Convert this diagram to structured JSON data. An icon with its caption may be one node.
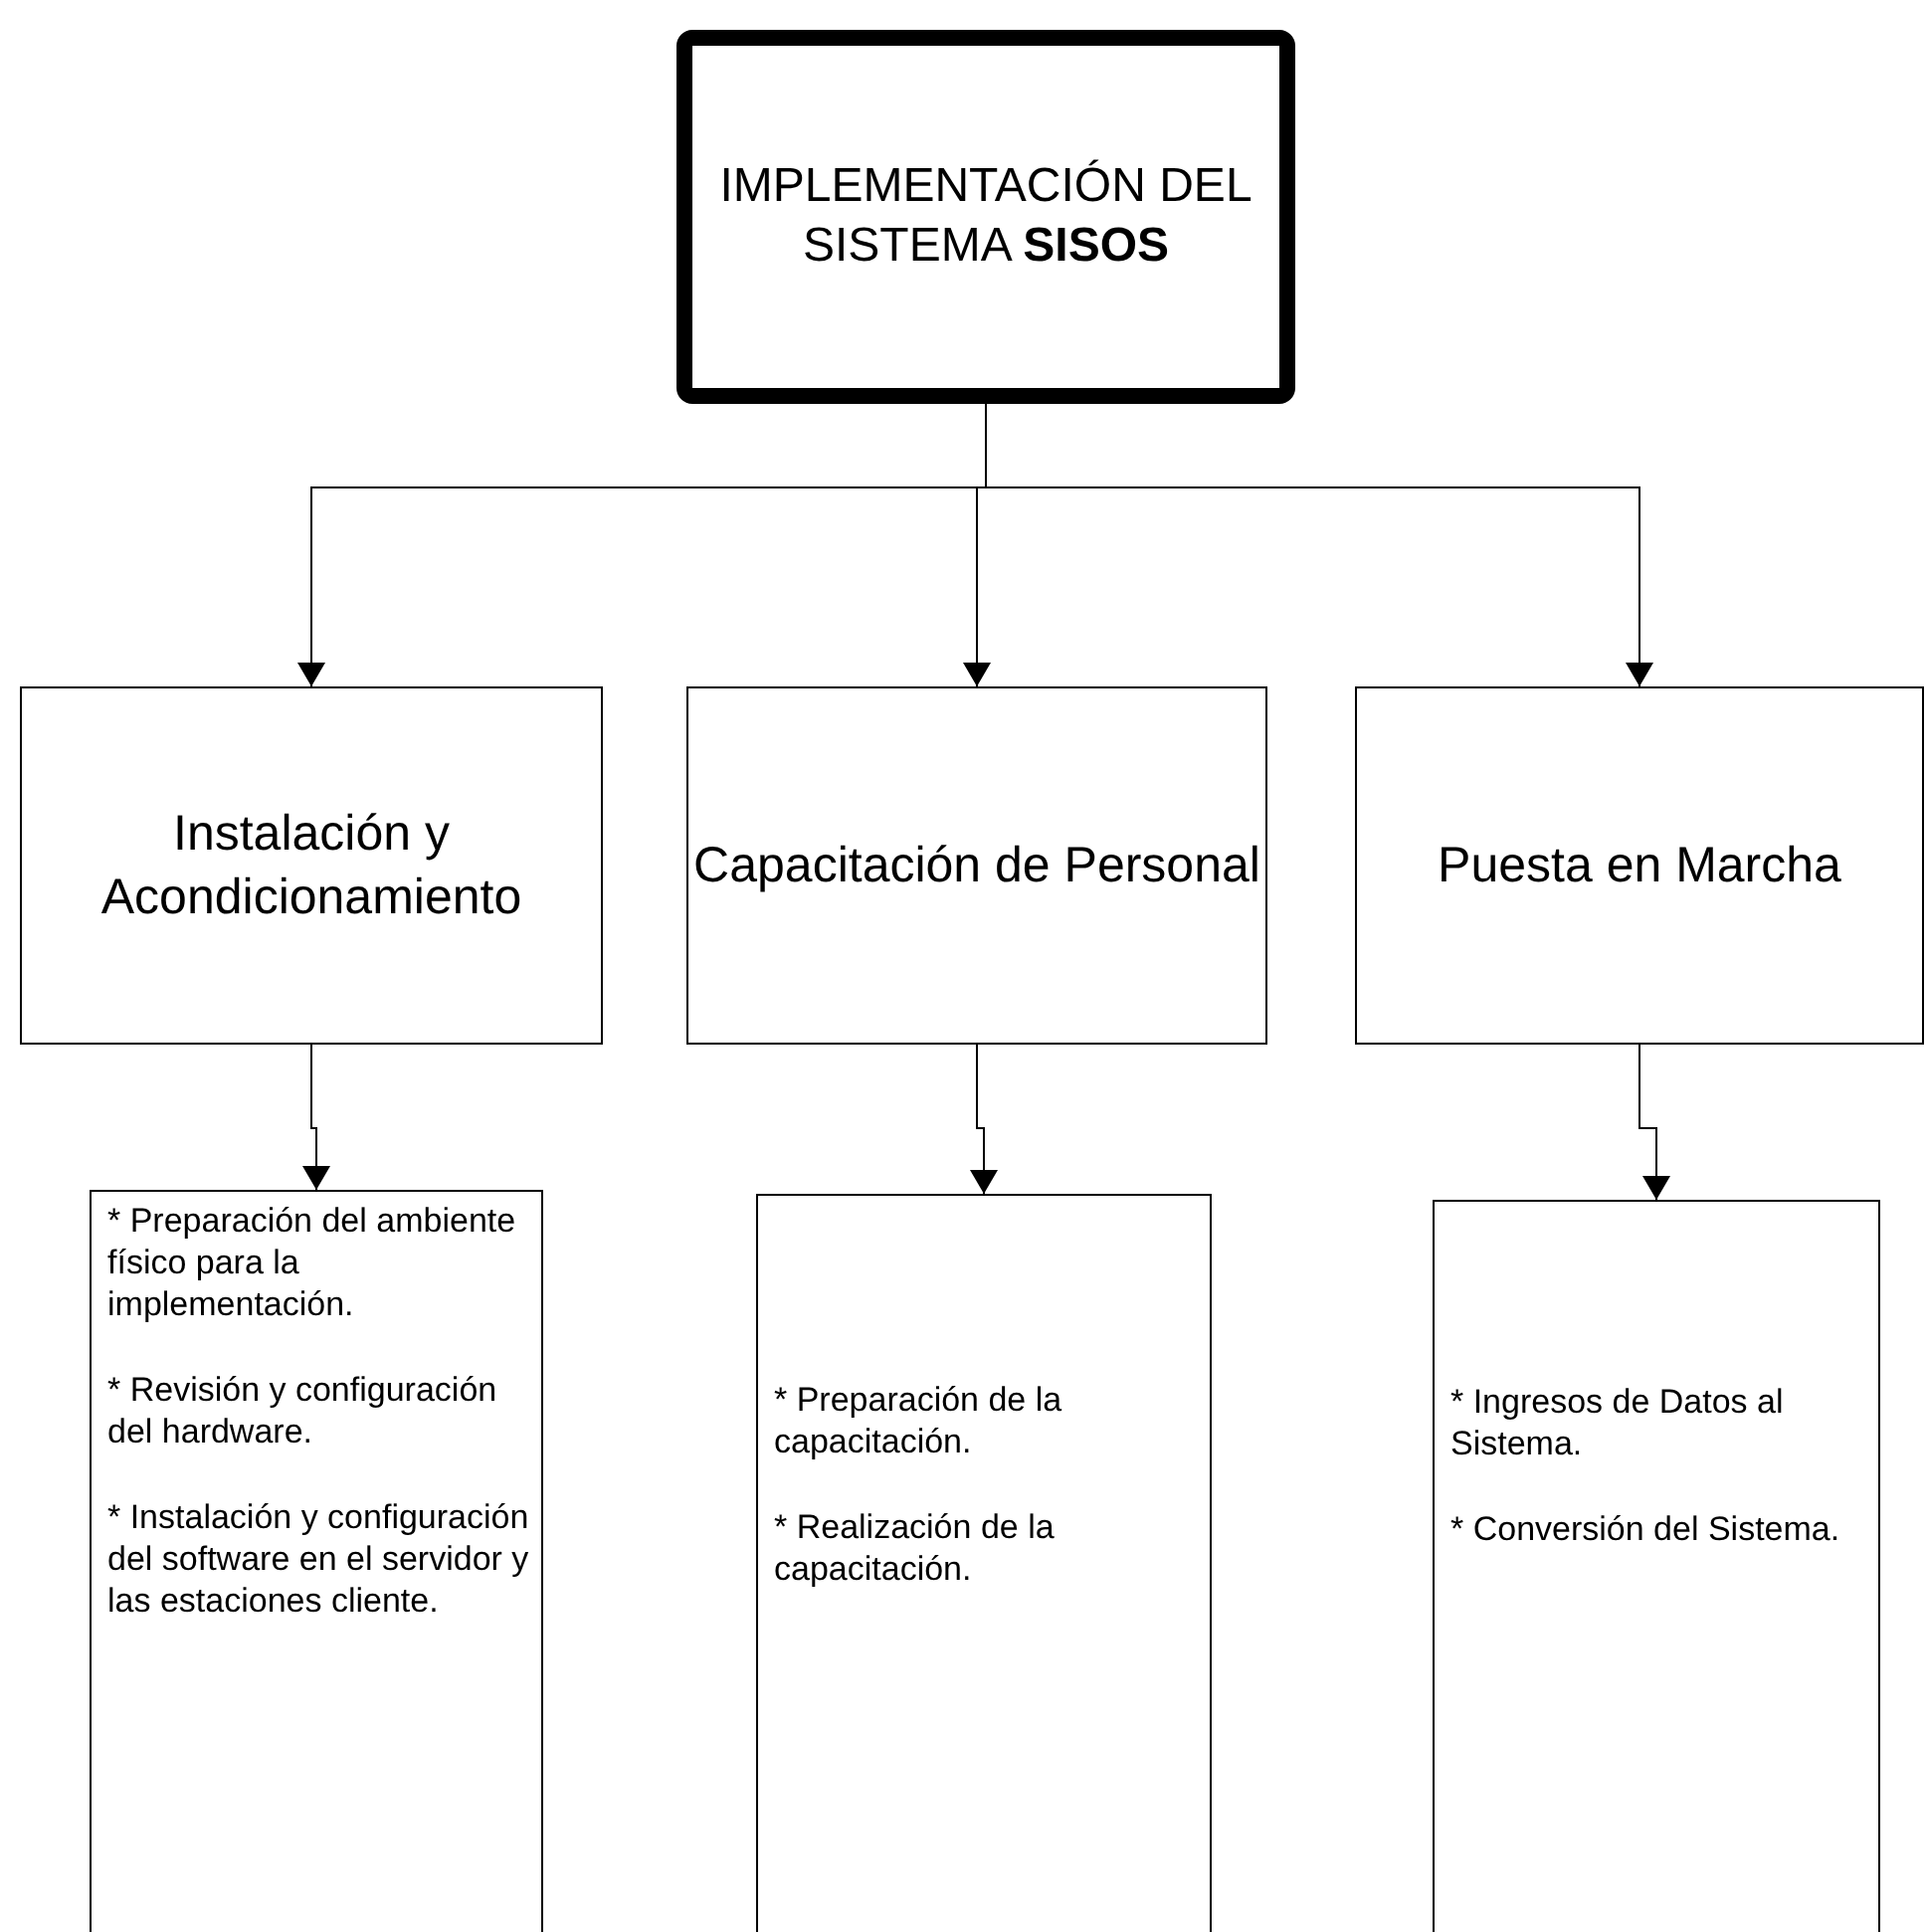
{
  "diagram": {
    "nodes": [
      {
        "text": [
          "IMPLEMENTACIÓN DEL SISTEMA **SISOS**"
        ]
      },
      {
        "text": [
          "Instalación y Acondicionamiento"
        ]
      },
      {
        "text": [
          "Capacitación de Personal"
        ]
      },
      {
        "text": [
          "Puesta en Marcha"
        ]
      },
      {
        "text": [
          "* Preparación del ambiente físico para la implementación.",
          "* Revisión y configuración del hardware.",
          "* Instalación y configuración del software en el servidor y las estaciones cliente."
        ]
      },
      {
        "text": [
          "* Preparación de la capacitación.",
          "* Realización de la capacitación."
        ]
      },
      {
        "text": [
          "* Ingresos de Datos al Sistema.",
          "* Conversión del Sistema."
        ]
      }
    ],
    "edges": [
      {
        "from": 0,
        "to": 1,
        "arrow": "to"
      },
      {
        "from": 0,
        "to": 2,
        "arrow": "to"
      },
      {
        "from": 0,
        "to": 3,
        "arrow": "to"
      },
      {
        "from": 1,
        "to": 4,
        "arrow": "to"
      },
      {
        "from": 2,
        "to": 5,
        "arrow": "to"
      },
      {
        "from": 3,
        "to": 6,
        "arrow": "to"
      }
    ]
  }
}
